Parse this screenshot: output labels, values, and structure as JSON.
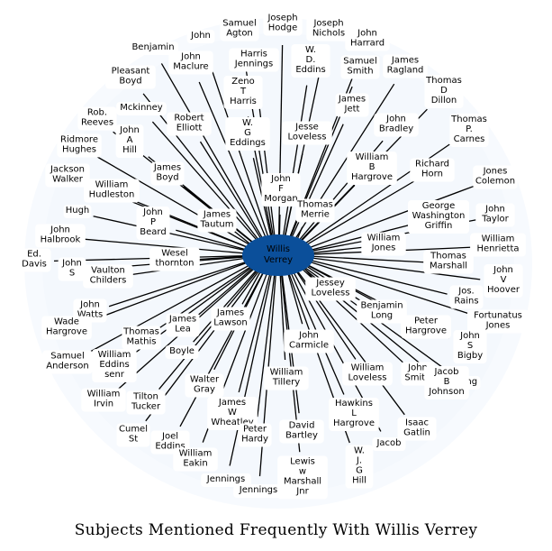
{
  "caption": "Subjects Mentioned Frequently With Willis Verrey",
  "colors": {
    "halo": "#f4f8fd",
    "center_fill": "#0b4f9a",
    "edge": "#000000",
    "text": "#000000"
  },
  "center": {
    "label": [
      "Willis",
      "Verrey"
    ]
  },
  "nodes": [
    {
      "label": [
        "Samuel",
        "Agton"
      ]
    },
    {
      "label": [
        "Joseph",
        "Hodge"
      ]
    },
    {
      "label": [
        "Joseph",
        "Nichols"
      ]
    },
    {
      "label": [
        "John",
        "Harrard"
      ]
    },
    {
      "label": [
        "Benjamin"
      ]
    },
    {
      "label": [
        "John"
      ]
    },
    {
      "label": [
        "Harris",
        "Jennings"
      ]
    },
    {
      "label": [
        "W.",
        "D.",
        "Eddins"
      ]
    },
    {
      "label": [
        "Samuel",
        "Smith"
      ]
    },
    {
      "label": [
        "James",
        "Ragland"
      ]
    },
    {
      "label": [
        "Pleasant",
        "Boyd"
      ]
    },
    {
      "label": [
        "John",
        "Maclure"
      ]
    },
    {
      "label": [
        "Zeno",
        "T",
        "Harris"
      ]
    },
    {
      "label": [
        "Thomas",
        "D",
        "Dillon"
      ]
    },
    {
      "label": [
        "Mckinney"
      ]
    },
    {
      "label": [
        "James",
        "Jett"
      ]
    },
    {
      "label": [
        "Robert",
        "Elliott"
      ]
    },
    {
      "label": [
        "John",
        "Bradley"
      ]
    },
    {
      "label": [
        "Thomas",
        "P.",
        "Carnes"
      ]
    },
    {
      "label": [
        "Rob.",
        "Reeves"
      ]
    },
    {
      "label": [
        "John",
        "A",
        "Hill"
      ]
    },
    {
      "label": [
        "W.",
        "G",
        "Eddings"
      ]
    },
    {
      "label": [
        "Jesse",
        "Loveless"
      ]
    },
    {
      "label": [
        "Ridmore",
        "Hughes"
      ]
    },
    {
      "label": [
        "Richard",
        "Horn"
      ]
    },
    {
      "label": [
        "William",
        "B",
        "Hargrove"
      ]
    },
    {
      "label": [
        "Jackson",
        "Walker"
      ]
    },
    {
      "label": [
        "James",
        "Boyd"
      ]
    },
    {
      "label": [
        "Jones",
        "Colemon"
      ]
    },
    {
      "label": [
        "John",
        "F",
        "Morgan"
      ]
    },
    {
      "label": [
        "William",
        "Hudleston"
      ]
    },
    {
      "label": [
        "Hugh"
      ]
    },
    {
      "label": [
        "Thomas",
        "Merrie"
      ]
    },
    {
      "label": [
        "George",
        "Washington",
        "Griffin"
      ]
    },
    {
      "label": [
        "John",
        "Taylor"
      ]
    },
    {
      "label": [
        "John",
        "P",
        "Beard"
      ]
    },
    {
      "label": [
        "James",
        "Tautum"
      ]
    },
    {
      "label": [
        "John",
        "Halbrook"
      ]
    },
    {
      "label": [
        "William",
        "Jones"
      ]
    },
    {
      "label": [
        "William",
        "Henrietta"
      ]
    },
    {
      "label": [
        "Ed.",
        "Davis"
      ]
    },
    {
      "label": [
        "Wesel",
        "thornton"
      ]
    },
    {
      "label": [
        "John",
        "S"
      ]
    },
    {
      "label": [
        "Thomas",
        "Marshall"
      ]
    },
    {
      "label": [
        "Vaulton",
        "Childers"
      ]
    },
    {
      "label": [
        "John",
        "V",
        "Hoover"
      ]
    },
    {
      "label": [
        "Jessey",
        "Loveless"
      ]
    },
    {
      "label": [
        "Jos.",
        "Rains"
      ]
    },
    {
      "label": [
        "John",
        "Watts"
      ]
    },
    {
      "label": [
        "Benjamin",
        "Long"
      ]
    },
    {
      "label": [
        "Fortunatus",
        "Jones"
      ]
    },
    {
      "label": [
        "James",
        "Lea"
      ]
    },
    {
      "label": [
        "James",
        "Lawson"
      ]
    },
    {
      "label": [
        "Wade",
        "Hargrove"
      ]
    },
    {
      "label": [
        "Thomas",
        "Mathis"
      ]
    },
    {
      "label": [
        "Peter",
        "Hargrove"
      ]
    },
    {
      "label": [
        "Samuel",
        "Anderson"
      ]
    },
    {
      "label": [
        "John",
        "Carmicle"
      ]
    },
    {
      "label": [
        "John",
        "S",
        "Bigby"
      ]
    },
    {
      "label": [
        "Boyle"
      ]
    },
    {
      "label": [
        "William",
        "Eddins",
        "senr"
      ]
    },
    {
      "label": [
        "Walter",
        "Gray"
      ]
    },
    {
      "label": [
        "William",
        "Tillery"
      ]
    },
    {
      "label": [
        "William",
        "Loveless"
      ]
    },
    {
      "label": [
        "John",
        "Smith"
      ]
    },
    {
      "label": [
        "Long"
      ]
    },
    {
      "label": [
        "William",
        "Irvin"
      ]
    },
    {
      "label": [
        "Tilton",
        "Tucker"
      ]
    },
    {
      "label": [
        "Jacob",
        "B",
        "Johnson"
      ]
    },
    {
      "label": [
        "James",
        "W",
        "Wheatley"
      ]
    },
    {
      "label": [
        "Hawkins",
        "L",
        "Hargrove"
      ]
    },
    {
      "label": [
        "Cumel",
        "St"
      ]
    },
    {
      "label": [
        "Isaac",
        "Gatlin"
      ]
    },
    {
      "label": [
        "David",
        "Bartley"
      ]
    },
    {
      "label": [
        "Joel",
        "Eddins"
      ]
    },
    {
      "label": [
        "Peter",
        "Hardy"
      ]
    },
    {
      "label": [
        "Jacob"
      ]
    },
    {
      "label": [
        "W.",
        "J.",
        "G",
        "Hill"
      ]
    },
    {
      "label": [
        "William",
        "Eakin"
      ]
    },
    {
      "label": [
        "Lewis",
        "w",
        "Marshall",
        "Jnr"
      ]
    },
    {
      "label": [
        "Jennings"
      ]
    },
    {
      "label": [
        "Jennings"
      ]
    }
  ]
}
